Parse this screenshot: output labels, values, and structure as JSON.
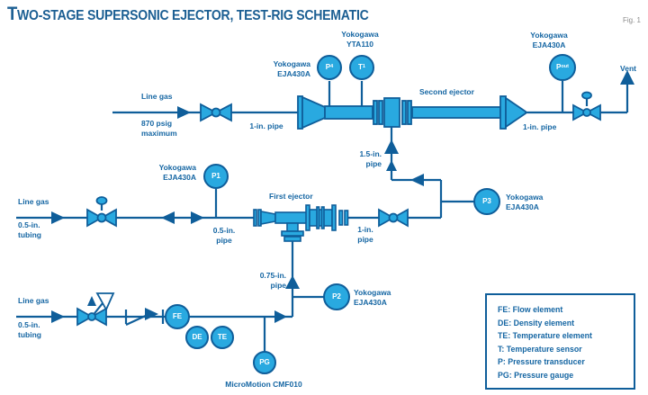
{
  "meta": {
    "fig": "Fig. 1"
  },
  "title": "TWO-STAGE SUPERSONIC EJECTOR, TEST-RIG SCHEMATIC",
  "labels": {
    "line_gas": "Line gas",
    "psig_line1": "870 psig",
    "psig_line2": "maximum",
    "pipe_1in": "1-in. pipe",
    "pipe_1in_l1": "1-in.",
    "pipe_05_l1": "0.5-in.",
    "pipe_075_l1": "0.75-in.",
    "pipe_15_l1": "1.5-in.",
    "tubing_l2": "tubing",
    "pipe_l2": "pipe",
    "first_ejector": "First ejector",
    "second_ejector": "Second ejector",
    "vent": "Vent",
    "micromotion": "MicroMotion CMF010"
  },
  "vendors": {
    "yokogawa": "Yokogawa",
    "model_eja430a": "EJA430A",
    "model_yta110": "YTA110"
  },
  "instruments": {
    "p1": "P1",
    "p2": "P2",
    "p3": "P3",
    "fe": "FE",
    "de": "DE",
    "te": "TE",
    "pg": "PG",
    "p4_main": "P",
    "p4_sub": "4",
    "t1_main": "T",
    "t1_sub": "1",
    "pout_main": "P",
    "pout_sub": "out"
  },
  "legend": {
    "items": [
      "FE: Flow element",
      "DE: Density element",
      "TE: Temperature element",
      "T: Temperature sensor",
      "P: Pressure transducer",
      "PG: Pressure gauge"
    ]
  },
  "colors": {
    "accent_fill": "#29a9e0",
    "line_dark": "#0f5e9a",
    "label_text": "#1566a3",
    "title_text": "#1c5f93"
  }
}
